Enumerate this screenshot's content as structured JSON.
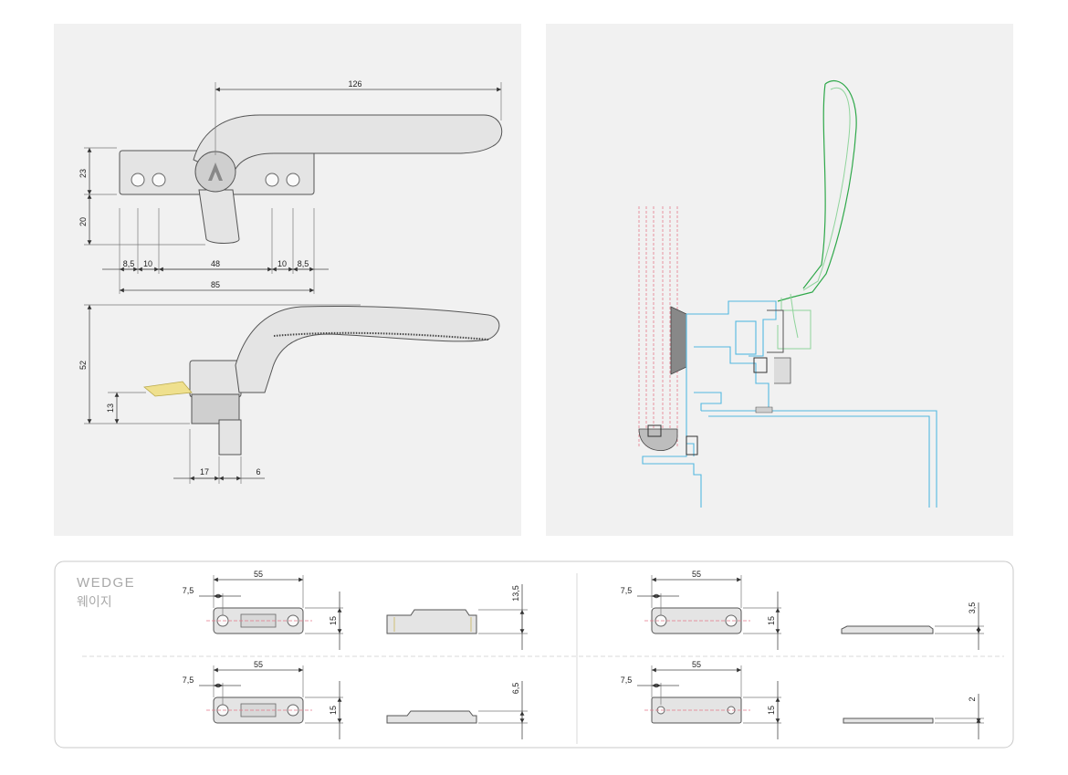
{
  "handle_dims": {
    "overall_length": "126",
    "height_top": "23",
    "height_bottom": "20",
    "screw_a": "8,5",
    "screw_b": "10",
    "screw_span": "48",
    "screw_c": "10",
    "screw_d": "8,5",
    "base_length": "85",
    "side_height": "52",
    "spindle_height": "13",
    "spindle_offset": "17",
    "spindle_width": "6"
  },
  "wedge": {
    "title": "WEDGE",
    "title_ko": "웨이지",
    "variants": [
      {
        "length": "55",
        "offset": "7,5",
        "height": "15",
        "thickness": "13,5"
      },
      {
        "length": "55",
        "offset": "7,5",
        "height": "15",
        "thickness": "3,5"
      },
      {
        "length": "55",
        "offset": "7,5",
        "height": "15",
        "thickness": "6,5"
      },
      {
        "length": "55",
        "offset": "7,5",
        "height": "15",
        "thickness": "2"
      }
    ]
  },
  "colors": {
    "panel_bg": "#f1f1f1",
    "frame_cyan": "#53b8e0",
    "handle_green": "#2fa84a",
    "glass_red": "#e57a8a"
  }
}
